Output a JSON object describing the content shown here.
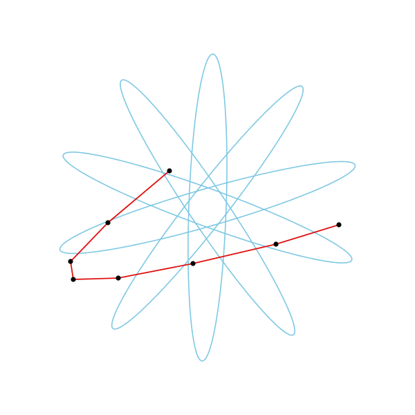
{
  "figure": {
    "background_color": "#ffffff",
    "curve": {
      "type": "rose-star",
      "petals": 5,
      "color": "#7ec8e3"
    },
    "polyline": {
      "color": "#e01010",
      "vertex_color": "#000000",
      "vertex_count": 8
    }
  }
}
